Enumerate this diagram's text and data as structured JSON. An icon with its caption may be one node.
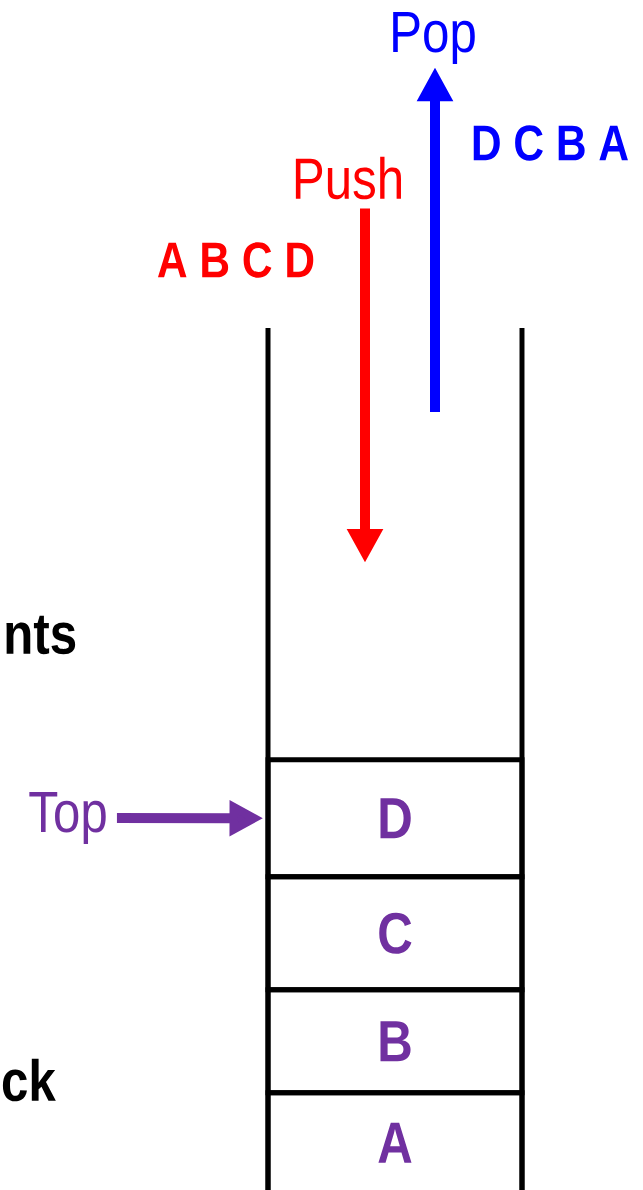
{
  "diagram": {
    "nodes": [
      {
        "text": [
          "Push"
        ]
      },
      {
        "text": [
          "Pop"
        ]
      },
      {
        "text": [
          "Top"
        ]
      },
      {
        "text": [],
        "shape": "box"
      },
      {
        "text": [
          "D"
        ],
        "in": 3
      },
      {
        "text": [
          "C"
        ],
        "in": 3
      },
      {
        "text": [
          "B"
        ],
        "in": 3
      },
      {
        "text": [
          "A"
        ],
        "in": 3
      }
    ],
    "edges": [
      {
        "from": 0,
        "to": null,
        "arrow": "to",
        "color": "#ff0000"
      },
      {
        "from": null,
        "to": 1,
        "arrow": "to",
        "color": "#0000ff"
      },
      {
        "from": 2,
        "to": 4,
        "arrow": "to",
        "color": "#7030a0"
      }
    ],
    "labels": [
      "A B C D",
      "D C B A",
      "nts",
      "ck"
    ]
  }
}
